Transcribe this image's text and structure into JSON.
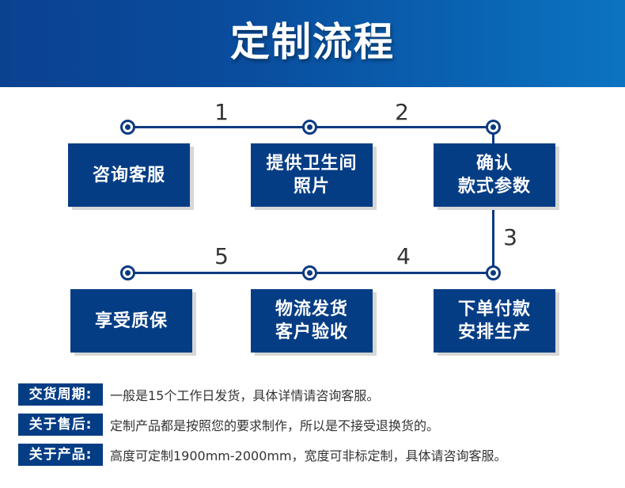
{
  "header": {
    "title": "定制流程"
  },
  "colors": {
    "primary_blue": "#053d85",
    "line_blue": "#0b3a80",
    "header_gradient_start": "#0b4190",
    "header_gradient_end": "#0b74c2",
    "shadow_grey": "#d7d7d7",
    "body_text": "#333333"
  },
  "flow": {
    "steps": [
      {
        "lines": [
          "咨询客服"
        ]
      },
      {
        "lines": [
          "提供卫生间",
          "照片"
        ]
      },
      {
        "lines": [
          "确认",
          "款式参数"
        ]
      },
      {
        "lines": [
          "下单付款",
          "安排生产"
        ]
      },
      {
        "lines": [
          "物流发货",
          "客户验收"
        ]
      },
      {
        "lines": [
          "享受质保"
        ]
      }
    ],
    "connectors": [
      "1",
      "2",
      "3",
      "4",
      "5"
    ]
  },
  "info": [
    {
      "label": "交货周期:",
      "text": "一般是15个工作日发货，具体详情请咨询客服。"
    },
    {
      "label": "关于售后:",
      "text": "定制产品都是按照您的要求制作，所以是不接受退换货的。"
    },
    {
      "label": "关于产品:",
      "text": "高度可定制1900mm-2000mm，宽度可非标定制，具体请咨询客服。"
    }
  ]
}
